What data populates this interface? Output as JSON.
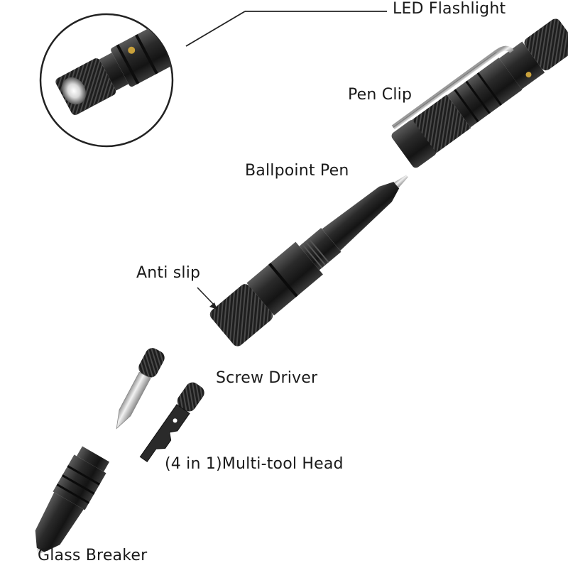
{
  "labels": {
    "led_flashlight": "LED Flashlight",
    "pen_clip": "Pen Clip",
    "ballpoint_pen": "Ballpoint Pen",
    "anti_slip": "Anti slip",
    "screw_driver": "Screw Driver",
    "multi_tool_head": "(4 in 1)Multi-tool Head",
    "glass_breaker": "Glass Breaker"
  },
  "colors": {
    "background": "#ffffff",
    "metal_dark": "#1c1c1c",
    "metal_mid": "#3a3a3a",
    "metal_light": "#6a6a6a",
    "chrome": "#c8c8c8",
    "brass": "#c9a13b",
    "text": "#1a1a1a"
  }
}
